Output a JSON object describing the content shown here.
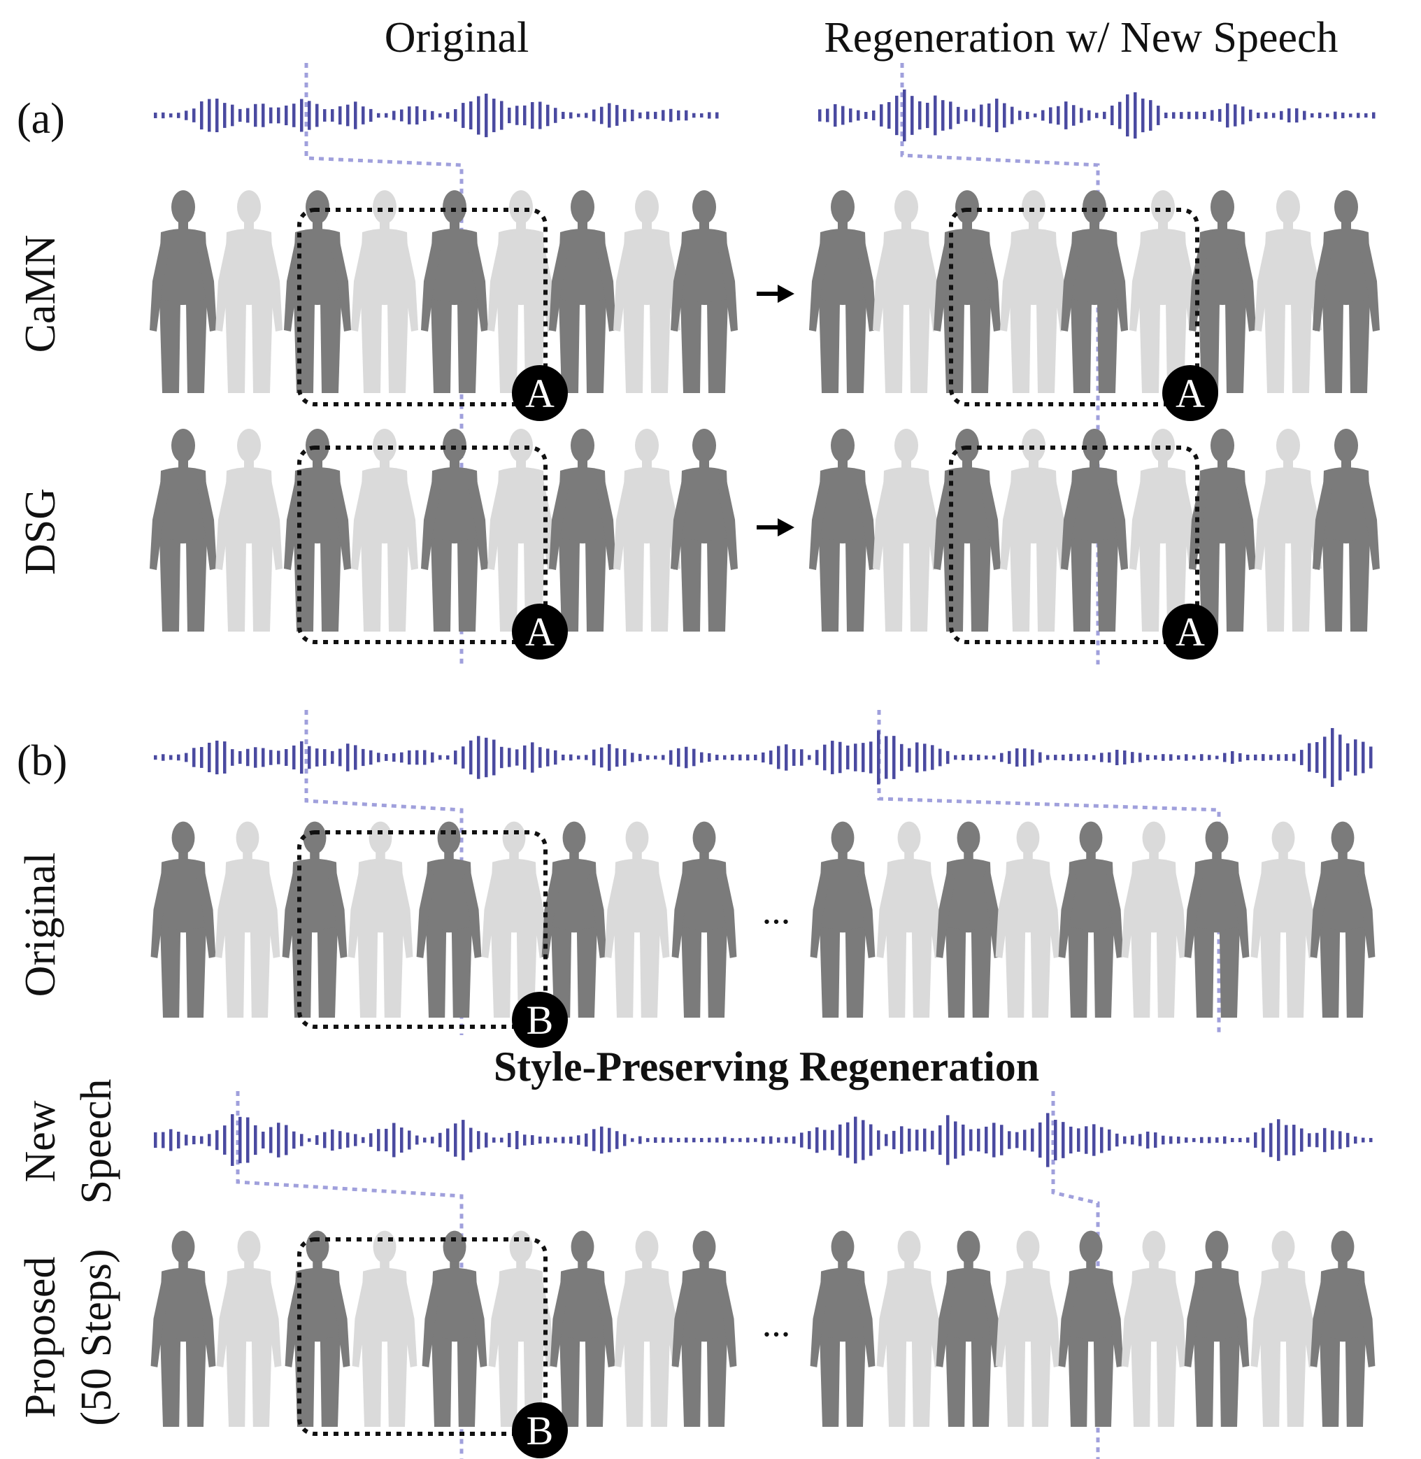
{
  "headers": {
    "original": "Original",
    "regeneration": "Regeneration w/ New Speech"
  },
  "panel_labels": {
    "a": "(a)",
    "b": "(b)"
  },
  "row_labels": {
    "camn": "CaMN",
    "dsg": "DSG",
    "original": "Original",
    "new_speech_line1": "New",
    "new_speech_line2": "Speech",
    "proposed_line1": "Proposed",
    "proposed_line2": "(50 Steps)"
  },
  "center_title": "Style-Preserving Regeneration",
  "markers": {
    "a": "A",
    "b": "B"
  },
  "ellipsis": "...",
  "colors": {
    "waveform": "#4a4aa0",
    "guide": "#a0a0dc",
    "figure_dark": "#7b7b7b",
    "figure_light": "#dadada",
    "marker_bg": "#000000",
    "marker_text": "#ffffff"
  }
}
